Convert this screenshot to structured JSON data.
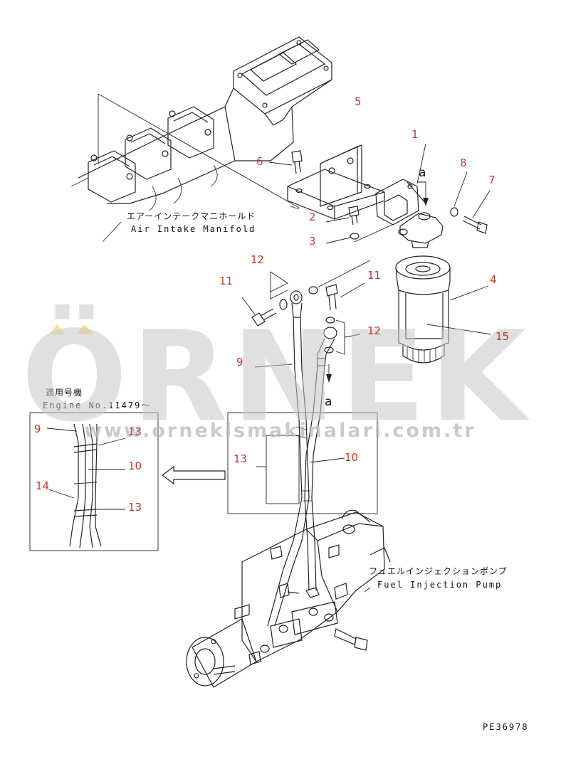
{
  "labels": {
    "air_intake_jp": "エアーインテークマニホールド",
    "air_intake_en": "Air Intake Manifold",
    "fuel_pump_jp": "フュエルインジェクションポンプ",
    "fuel_pump_en": "Fuel Injection Pump",
    "applicable_jp": "適用号機",
    "engine_no": "Engine No.11479～",
    "ref_a_top": "a",
    "ref_a_bottom": "a",
    "drawing_code": "PE36978"
  },
  "parts": {
    "p1": "1",
    "p2": "2",
    "p3": "3",
    "p4": "4",
    "p5": "5",
    "p6": "6",
    "p7": "7",
    "p8": "8",
    "p9_main": "9",
    "p9_detail": "9",
    "p10_main": "10",
    "p10_detail": "10",
    "p11_left": "11",
    "p11_right": "11",
    "p12_top": "12",
    "p12_right": "12",
    "p13_main": "13",
    "p13_detail_top": "13",
    "p13_detail_bottom": "13",
    "p14": "14",
    "p15": "15"
  },
  "watermark": {
    "brand": "ÖRNEK",
    "url": "www.ornekismakinalari.com.tr"
  },
  "colors": {
    "part_number": "#c0392b",
    "line": "#222222",
    "watermark": "#c8c8c8"
  }
}
